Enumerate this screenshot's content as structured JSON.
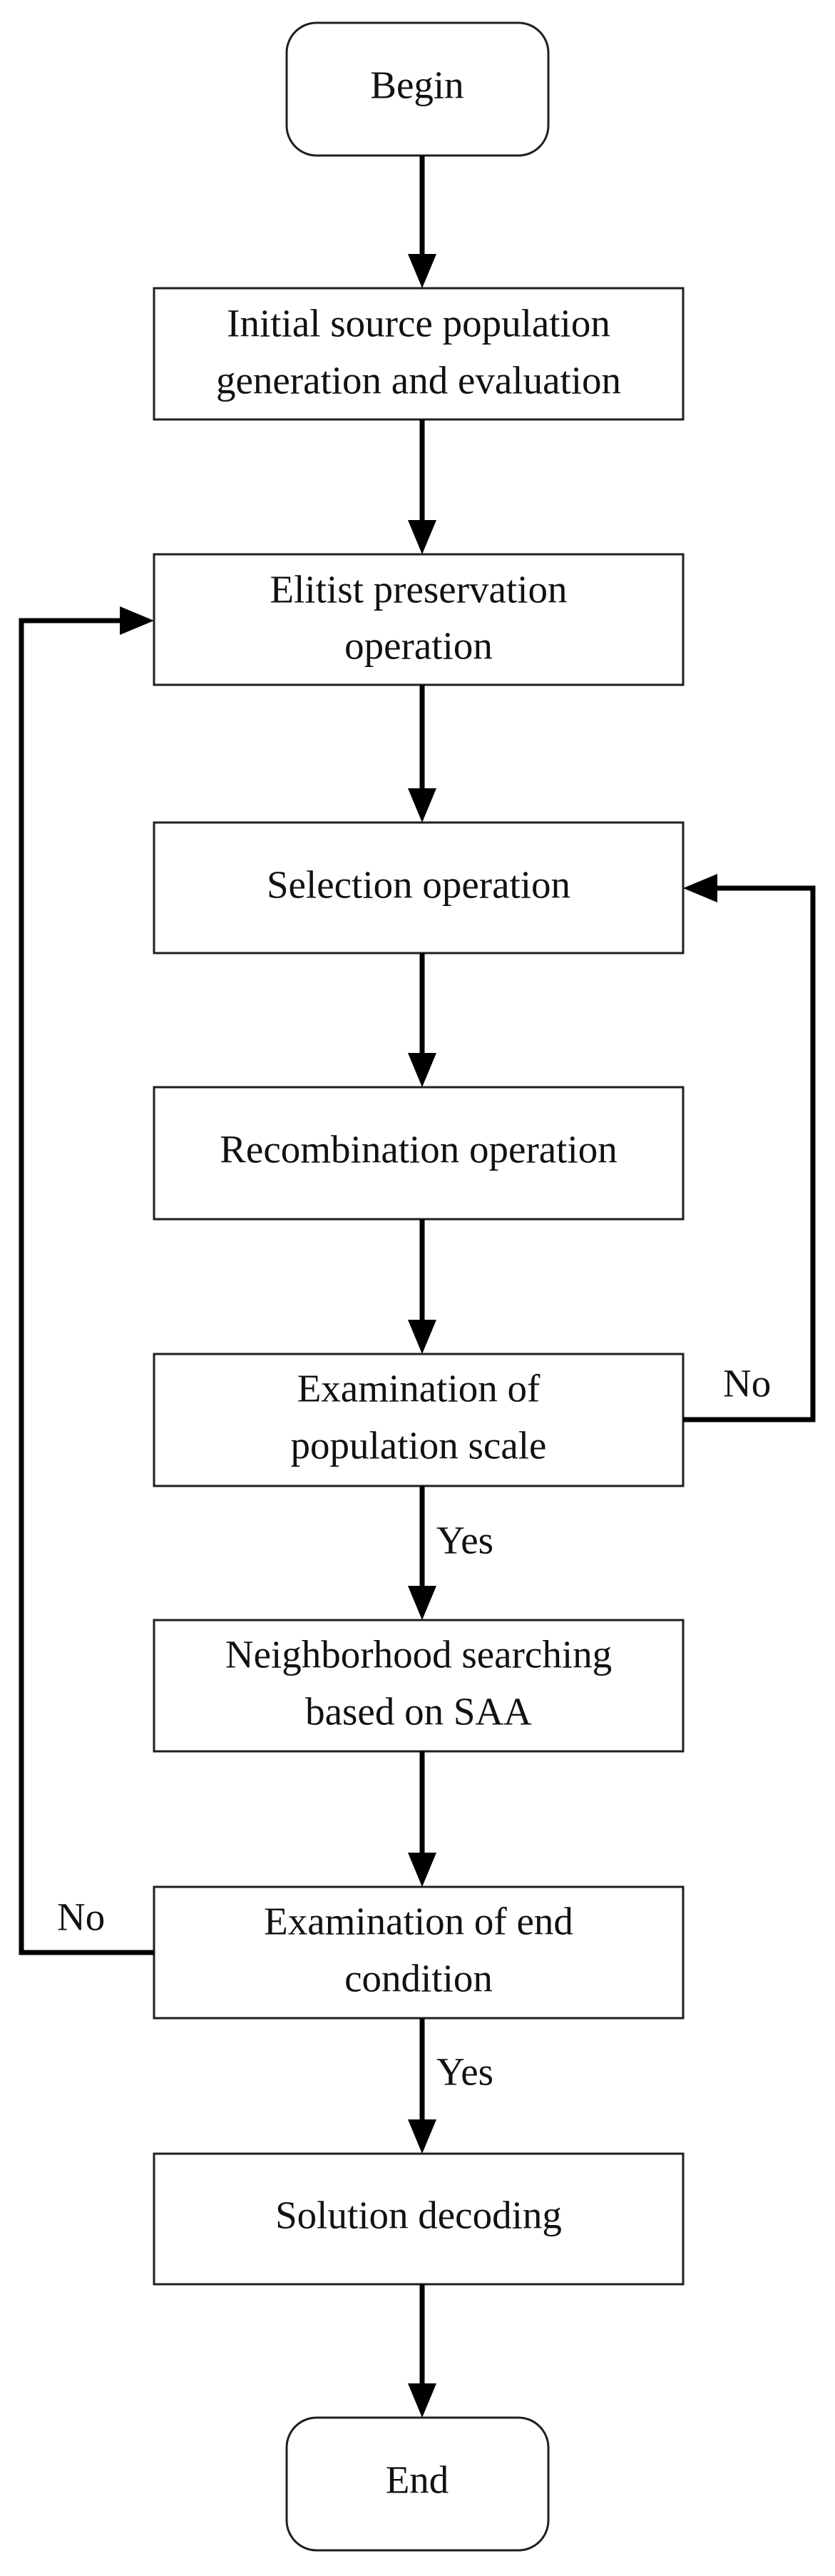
{
  "flowchart": {
    "begin": "Begin",
    "initial": [
      "Initial source population",
      "generation and evaluation"
    ],
    "elitist": [
      "Elitist preservation",
      "operation"
    ],
    "selection": "Selection operation",
    "recombination": "Recombination operation",
    "examination_scale": [
      "Examination of",
      "population scale"
    ],
    "neighborhood": [
      "Neighborhood searching",
      "based on SAA"
    ],
    "examination_end": [
      "Examination of end",
      "condition"
    ],
    "decoding": "Solution decoding",
    "end": "End",
    "labels": {
      "scale_no": "No",
      "scale_yes": "Yes",
      "end_no": "No",
      "end_yes": "Yes"
    }
  }
}
